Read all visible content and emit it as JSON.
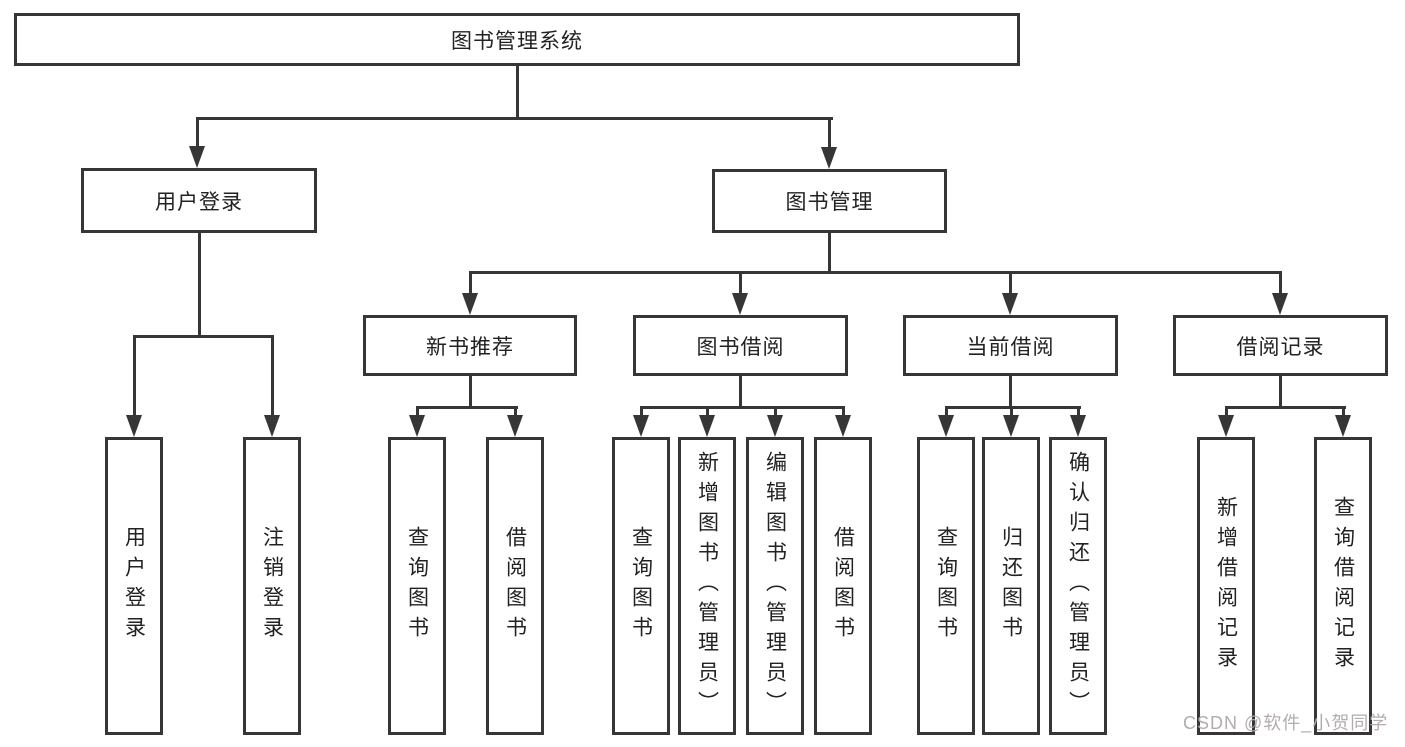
{
  "tree": {
    "root": {
      "label": "图书管理系统"
    },
    "branches": [
      {
        "label": "用户登录",
        "leaves": [
          {
            "label": "用户登录"
          },
          {
            "label": "注销登录"
          }
        ]
      },
      {
        "label": "图书管理",
        "groups": [
          {
            "label": "新书推荐",
            "leaves": [
              {
                "label": "查询图书"
              },
              {
                "label": "借阅图书"
              }
            ]
          },
          {
            "label": "图书借阅",
            "leaves": [
              {
                "label": "查询图书"
              },
              {
                "label": "新增图书（管理员）"
              },
              {
                "label": "编辑图书（管理员）"
              },
              {
                "label": "借阅图书"
              }
            ]
          },
          {
            "label": "当前借阅",
            "leaves": [
              {
                "label": "查询图书"
              },
              {
                "label": "归还图书"
              },
              {
                "label": "确认归还（管理员）"
              }
            ]
          },
          {
            "label": "借阅记录",
            "leaves": [
              {
                "label": "新增借阅记录"
              },
              {
                "label": "查询借阅记录"
              }
            ]
          }
        ]
      }
    ]
  },
  "watermark": {
    "text": "CSDN @软件_小贺同学"
  },
  "colors": {
    "line": "#363636",
    "text": "#222222",
    "background": "#ffffff",
    "watermark": "#b3acac"
  }
}
